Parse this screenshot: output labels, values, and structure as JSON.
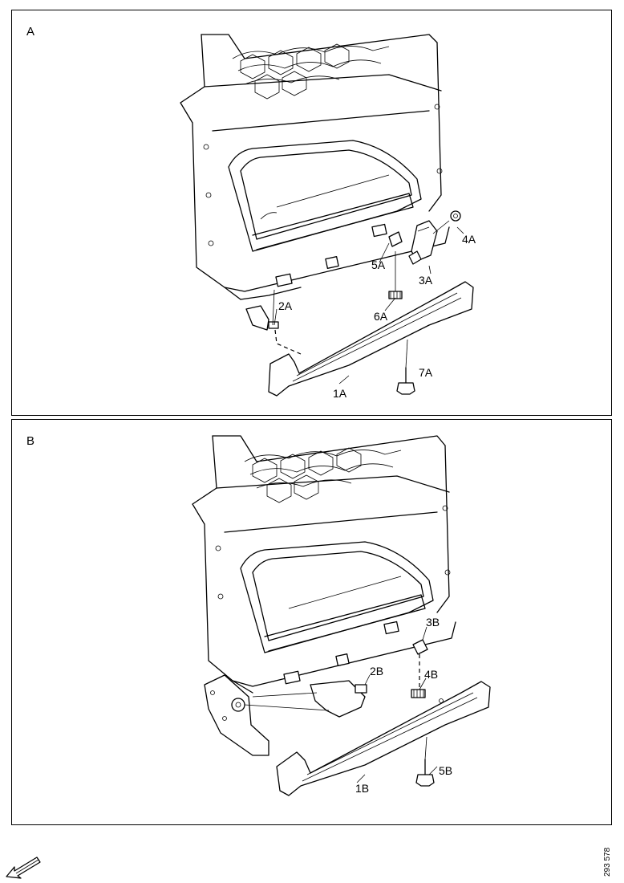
{
  "panels": [
    {
      "label": "A",
      "callouts": [
        "1A",
        "2A",
        "3A",
        "4A",
        "5A",
        "6A",
        "7A"
      ]
    },
    {
      "label": "B",
      "callouts": [
        "1B",
        "2B",
        "3B",
        "4B",
        "5B"
      ]
    }
  ],
  "reference_code": "293 578",
  "icons": {
    "orientation": "front-direction-arrow-icon"
  }
}
